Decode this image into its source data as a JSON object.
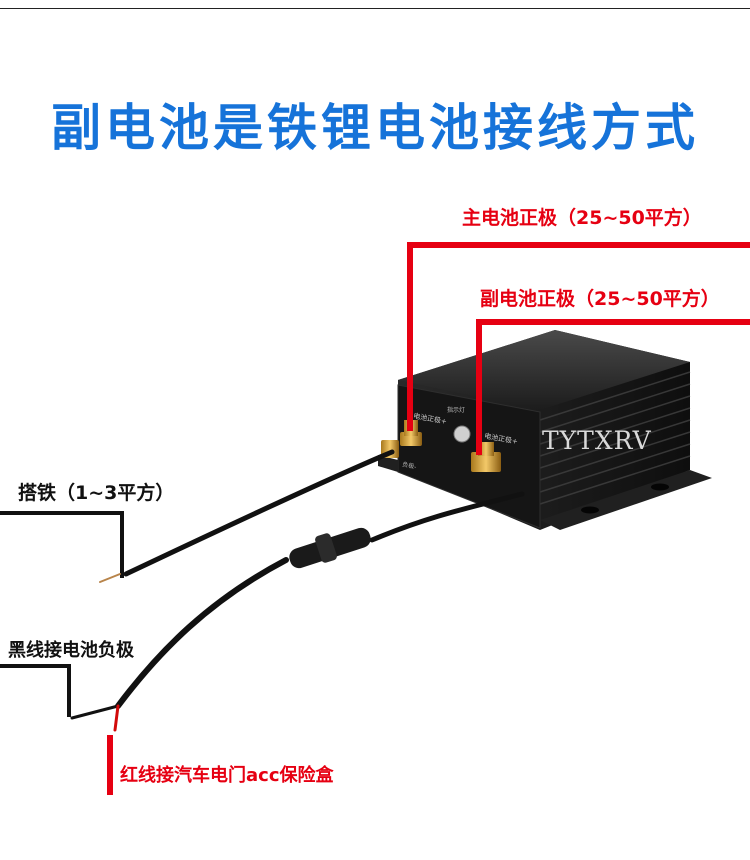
{
  "title": "副电池是铁锂电池接线方式",
  "labels": {
    "main_battery_positive": "主电池正极（25~50平方）",
    "aux_battery_positive": "副电池正极（25~50平方）",
    "ground": "搭铁（1~3平方）",
    "black_wire": "黑线接电池负极",
    "red_wire": "红线接汽车电门acc保险盒"
  },
  "device": {
    "brand": "TYTXRV",
    "panel_left": "电池正极+",
    "panel_right": "电池正极+",
    "indicator": "指示灯",
    "negative": "负极-"
  },
  "colors": {
    "title": "#1673d9",
    "red_line": "#e60012",
    "black_line": "#111111"
  }
}
